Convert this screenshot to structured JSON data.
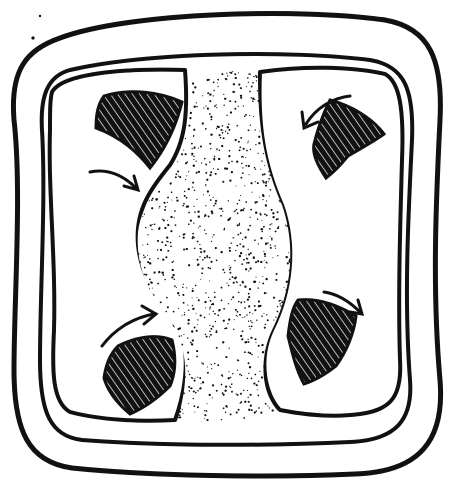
{
  "drawing": {
    "labels": [],
    "colors": {
      "ink": "#111111",
      "paper": "#ffffff"
    },
    "parts": {
      "outer_wall": "outer-boundary",
      "inner_wall": "inner-boundary",
      "central_column": "stippled-core",
      "lobes": [
        "left-lobe",
        "right-lobe"
      ],
      "blocks": [
        "hatched-block-top-left",
        "hatched-block-top-right",
        "hatched-block-bottom-left",
        "hatched-block-bottom-right"
      ],
      "arrows": [
        "arrow-top-left",
        "arrow-top-right",
        "arrow-bottom-left",
        "arrow-bottom-right"
      ]
    }
  }
}
